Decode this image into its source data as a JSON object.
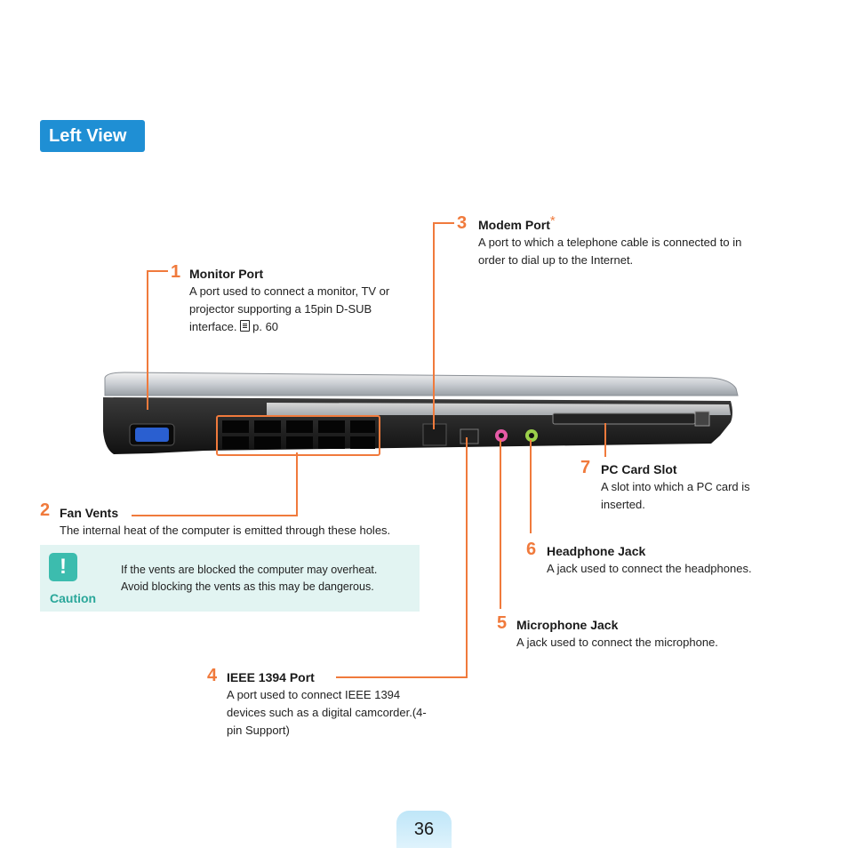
{
  "header": {
    "section_title": "Left View"
  },
  "items": [
    {
      "number": "1",
      "title": "Monitor Port",
      "desc": [
        "A port used to connect a monitor, TV or",
        "projector supporting a 15pin D-SUB",
        "interface."
      ],
      "ref": "p. 60"
    },
    {
      "number": "2",
      "title": "Fan Vents",
      "desc": [
        "The internal heat of the computer is emitted through these holes."
      ]
    },
    {
      "number": "3",
      "title": "Modem Port",
      "asterisk": "*",
      "desc": [
        "A port to which a telephone cable is connected to in",
        "order to dial up to the Internet."
      ]
    },
    {
      "number": "4",
      "title": "IEEE 1394 Port",
      "desc": [
        "A port used to connect IEEE 1394",
        "devices such as a digital camcorder.(4-",
        "pin Support)"
      ]
    },
    {
      "number": "5",
      "title": "Microphone Jack",
      "desc": [
        "A jack used to connect the microphone."
      ]
    },
    {
      "number": "6",
      "title": "Headphone Jack",
      "desc": [
        "A jack used to connect the headphones."
      ]
    },
    {
      "number": "7",
      "title": "PC Card Slot",
      "desc": [
        "A slot into which a PC card is",
        "inserted."
      ]
    }
  ],
  "caution": {
    "icon": "!",
    "label": "Caution",
    "lines": [
      "If the vents are blocked the computer may overheat.",
      "Avoid blocking the vents as this may be dangerous."
    ]
  },
  "page": {
    "number": "36"
  },
  "colors": {
    "accent": "#f07a3c",
    "tag": "#1f8fd4",
    "caution_bg": "#e2f4f2",
    "caution_accent": "#3cbcae"
  }
}
